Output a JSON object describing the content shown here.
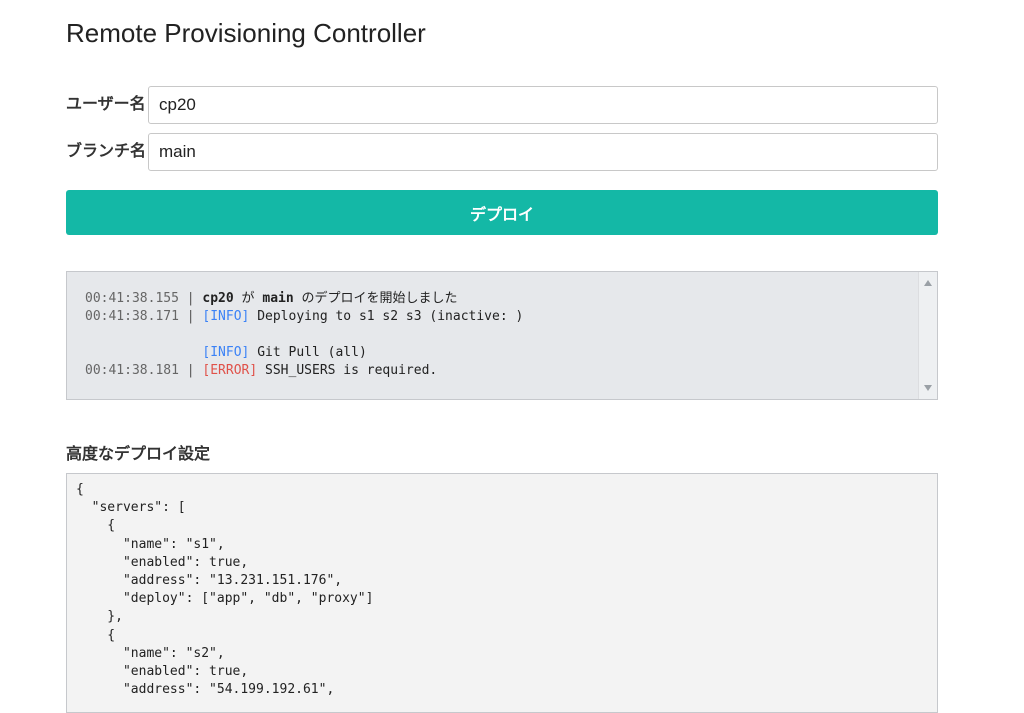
{
  "page": {
    "title": "Remote Provisioning Controller"
  },
  "form": {
    "username_label": "ユーザー名",
    "username_value": "cp20",
    "branch_label": "ブランチ名",
    "branch_value": "main",
    "deploy_button": "デプロイ"
  },
  "log": {
    "lines": [
      {
        "time": "00:41:38.155",
        "sep": "|",
        "user": "cp20",
        "ga": "が",
        "branch": "main",
        "text": "のデプロイを開始しました"
      },
      {
        "time": "00:41:38.171",
        "sep": "|",
        "level": "[INFO]",
        "text": "Deploying to s1 s2 s3 (inactive: )"
      },
      {
        "level": "[INFO]",
        "text": "Git Pull (all)"
      },
      {
        "time": "00:41:38.181",
        "sep": "|",
        "level": "[ERROR]",
        "text": "SSH_USERS is required."
      }
    ]
  },
  "advanced": {
    "title": "高度なデプロイ設定",
    "config_text": "{\n  \"servers\": [\n    {\n      \"name\": \"s1\",\n      \"enabled\": true,\n      \"address\": \"13.231.151.176\",\n      \"deploy\": [\"app\", \"db\", \"proxy\"]\n    },\n    {\n      \"name\": \"s2\",\n      \"enabled\": true,\n      \"address\": \"54.199.192.61\","
  },
  "colors": {
    "accent": "#14b8a6",
    "info": "#3b82f6",
    "error": "#e0524a"
  }
}
